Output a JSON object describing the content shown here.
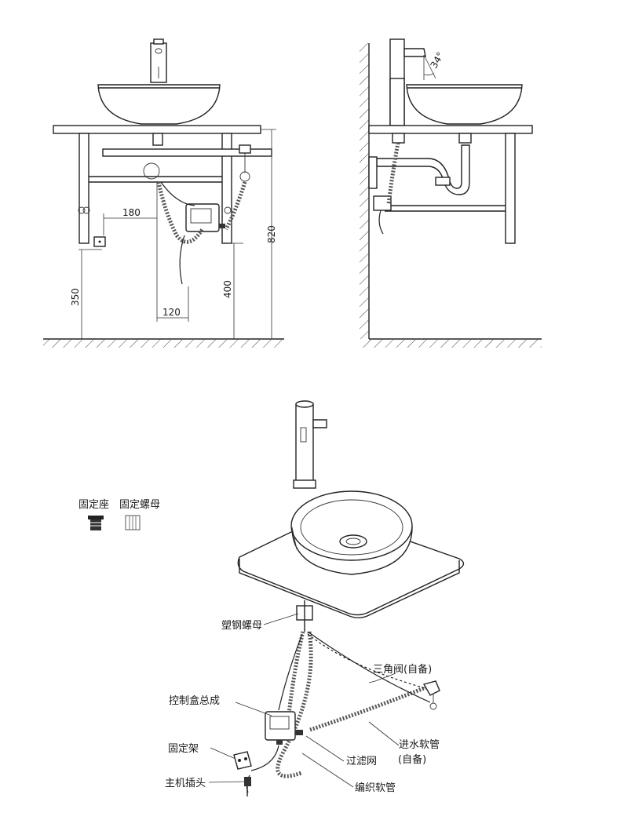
{
  "front_view": {
    "dims": {
      "d180": "180",
      "d820": "820",
      "d350": "350",
      "d400": "400",
      "d120": "120"
    }
  },
  "side_view": {
    "angle": "34°"
  },
  "parts": {
    "fixing_seat": "固定座",
    "fixing_nut": "固定螺母"
  },
  "labels": {
    "plastic_steel_nut": "塑钢螺母",
    "angle_valve": "三角阀(自备)",
    "control_box": "控制盒总成",
    "inlet_hose_1": "进水软管",
    "inlet_hose_2": "(自备)",
    "bracket": "固定架",
    "filter": "过滤网",
    "main_plug": "主机插头",
    "braided_hose": "编织软管"
  }
}
